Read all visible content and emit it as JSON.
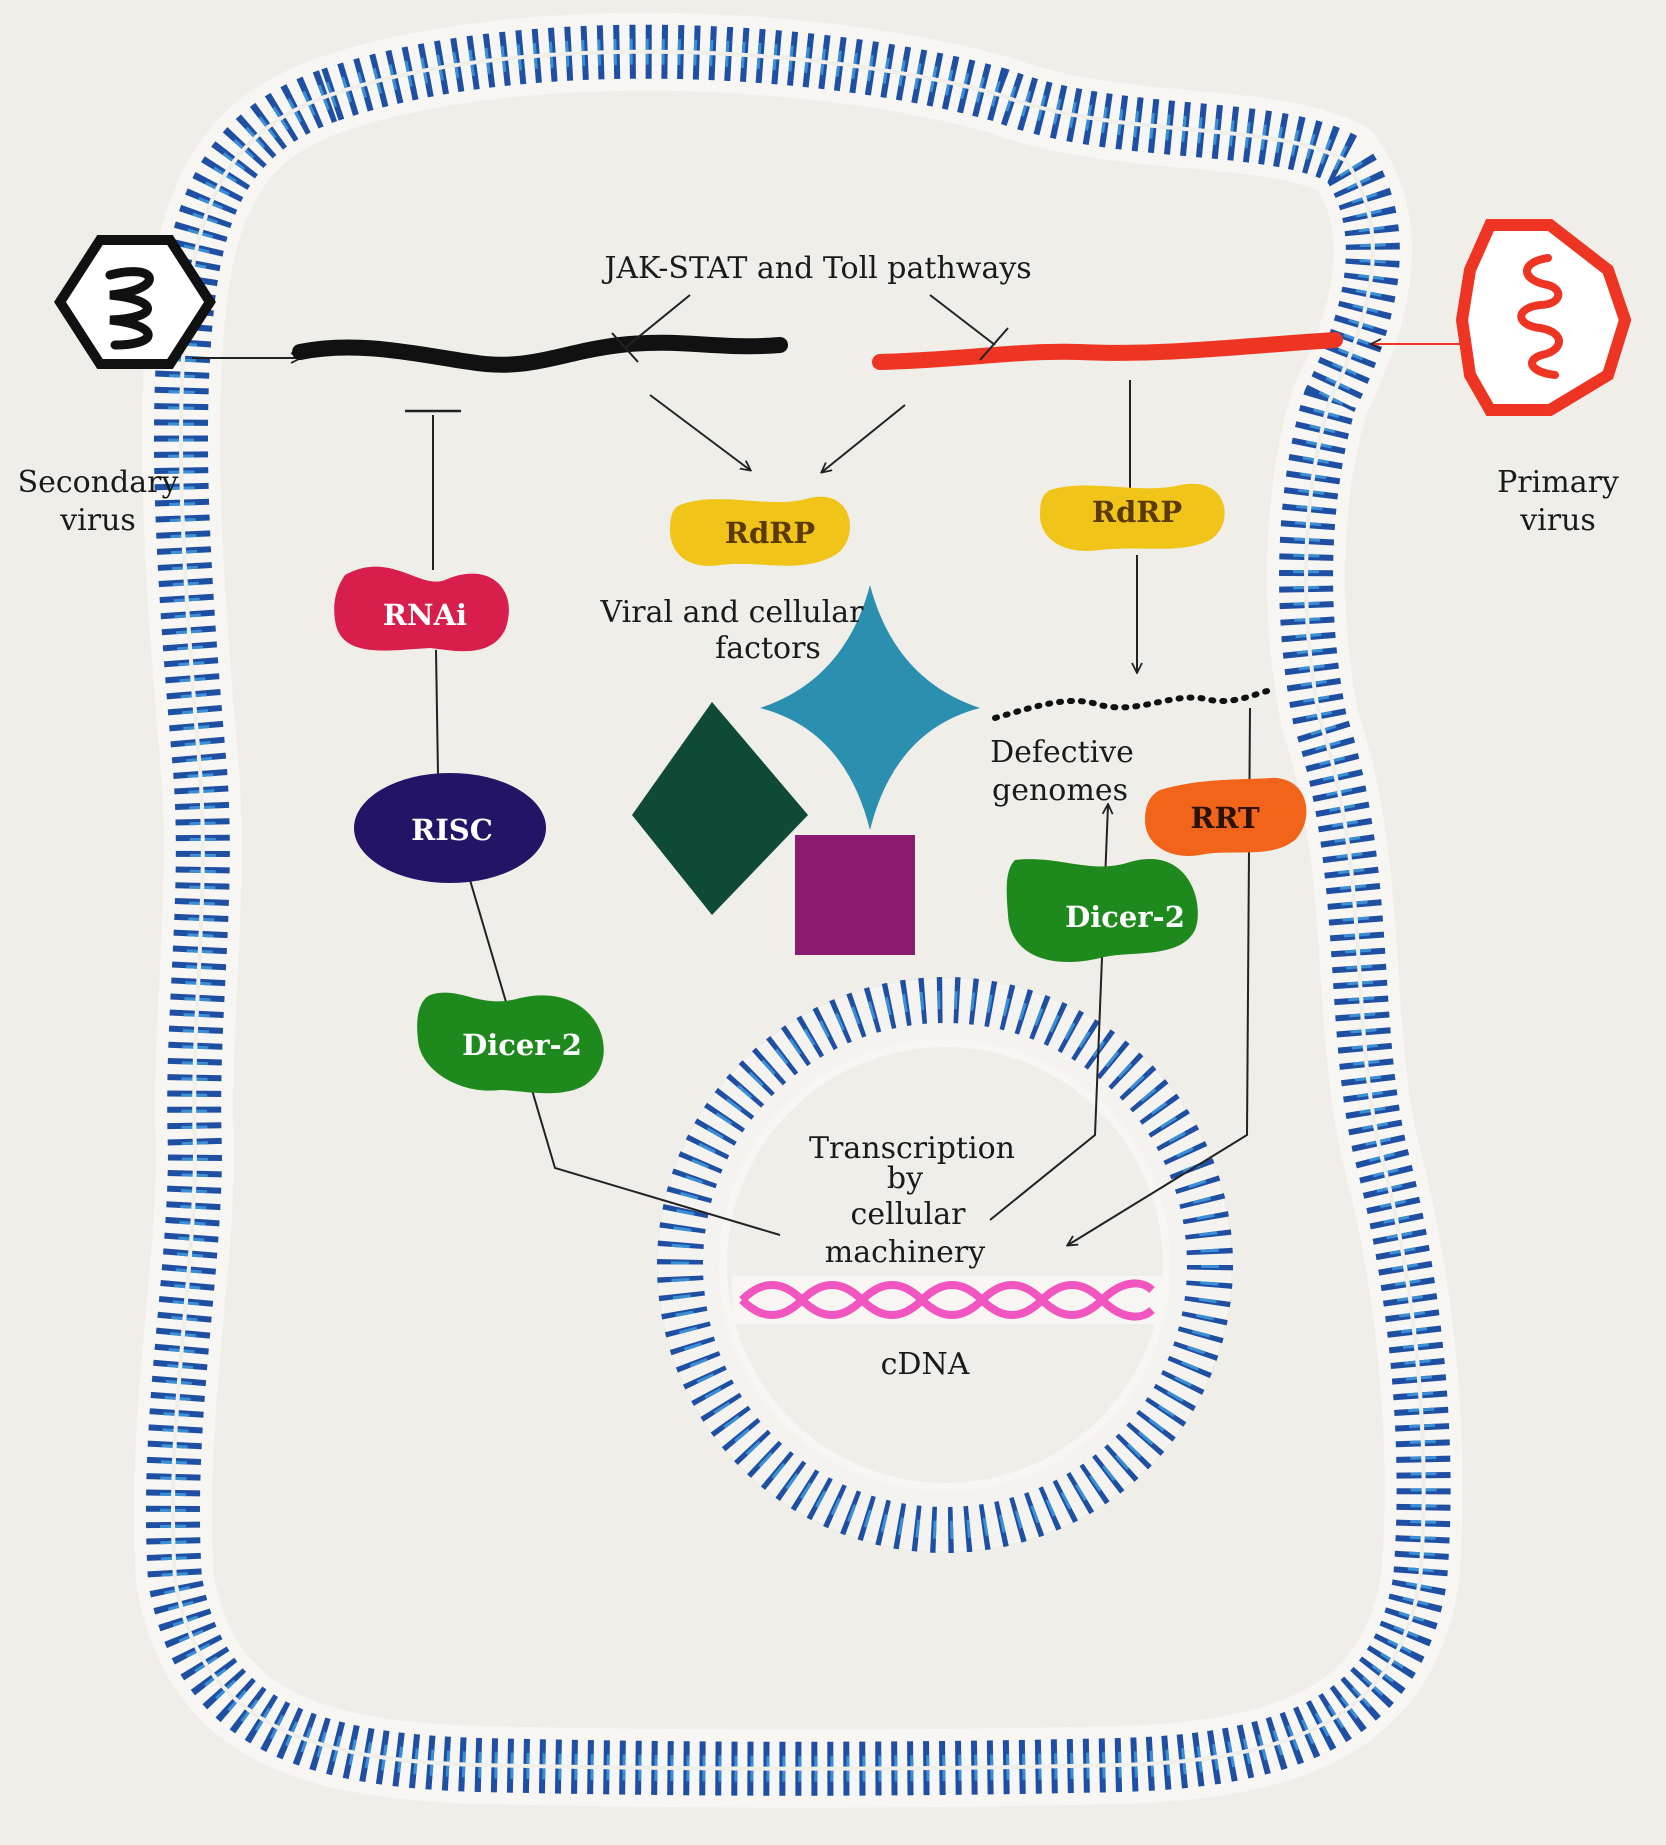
{
  "labels": {
    "pathways": "JAK-STAT and Toll pathways",
    "secondary_virus_line1": "Secondary",
    "secondary_virus_line2": "virus",
    "primary_virus_line1": "Primary",
    "primary_virus_line2": "virus",
    "factors_line1": "Viral and cellular",
    "factors_line2": "factors",
    "defective_line1": "Defective",
    "defective_line2": "genomes",
    "transcription_line1": "Transcription",
    "transcription_line2": "by",
    "transcription_line3": "cellular",
    "transcription_line4": "machinery",
    "cdna": "cDNA"
  },
  "proteins": {
    "rnai": "RNAi",
    "risc": "RISC",
    "dicer_left": "Dicer-2",
    "dicer_right": "Dicer-2",
    "rdrp_center": "RdRP",
    "rdrp_right": "RdRP",
    "rrt": "RRT"
  },
  "colors": {
    "background": "#efeee9",
    "membrane_outer": "#1f4fa3",
    "membrane_inner": "#3b8fd4",
    "secondary_rna": "#111111",
    "primary_rna": "#ee3524",
    "rnai": "#d81e4c",
    "risc": "#241466",
    "dicer": "#1e8a1e",
    "rdrp": "#f0c419",
    "rrt": "#f2641a",
    "star": "#2b8fb0",
    "diamond": "#0f4a36",
    "square": "#8a1a6e",
    "cdna": "#f055c0"
  }
}
